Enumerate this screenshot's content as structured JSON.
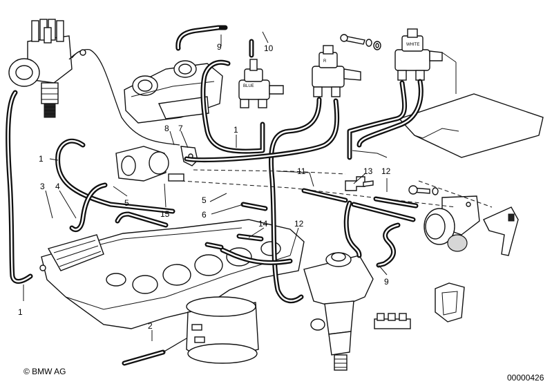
{
  "callouts": {
    "c1_top": "1",
    "c1_left": "1",
    "c1_bottom": "1",
    "c2": "2",
    "c3": "3",
    "c4": "4",
    "c5_left": "5",
    "c5_mid": "5",
    "c6": "6",
    "c7": "7",
    "c8": "8",
    "c9_top": "9",
    "c9_right": "9",
    "c10": "10",
    "c11": "11",
    "c12_top": "12",
    "c12_bottom": "12",
    "c13": "13",
    "c14": "14",
    "c15": "15"
  },
  "valve_labels": {
    "blue": "BLUE",
    "white": "WHITE",
    "r": "R"
  },
  "footer": {
    "copyright": "© BMW AG",
    "drawing_number": "00000426"
  }
}
